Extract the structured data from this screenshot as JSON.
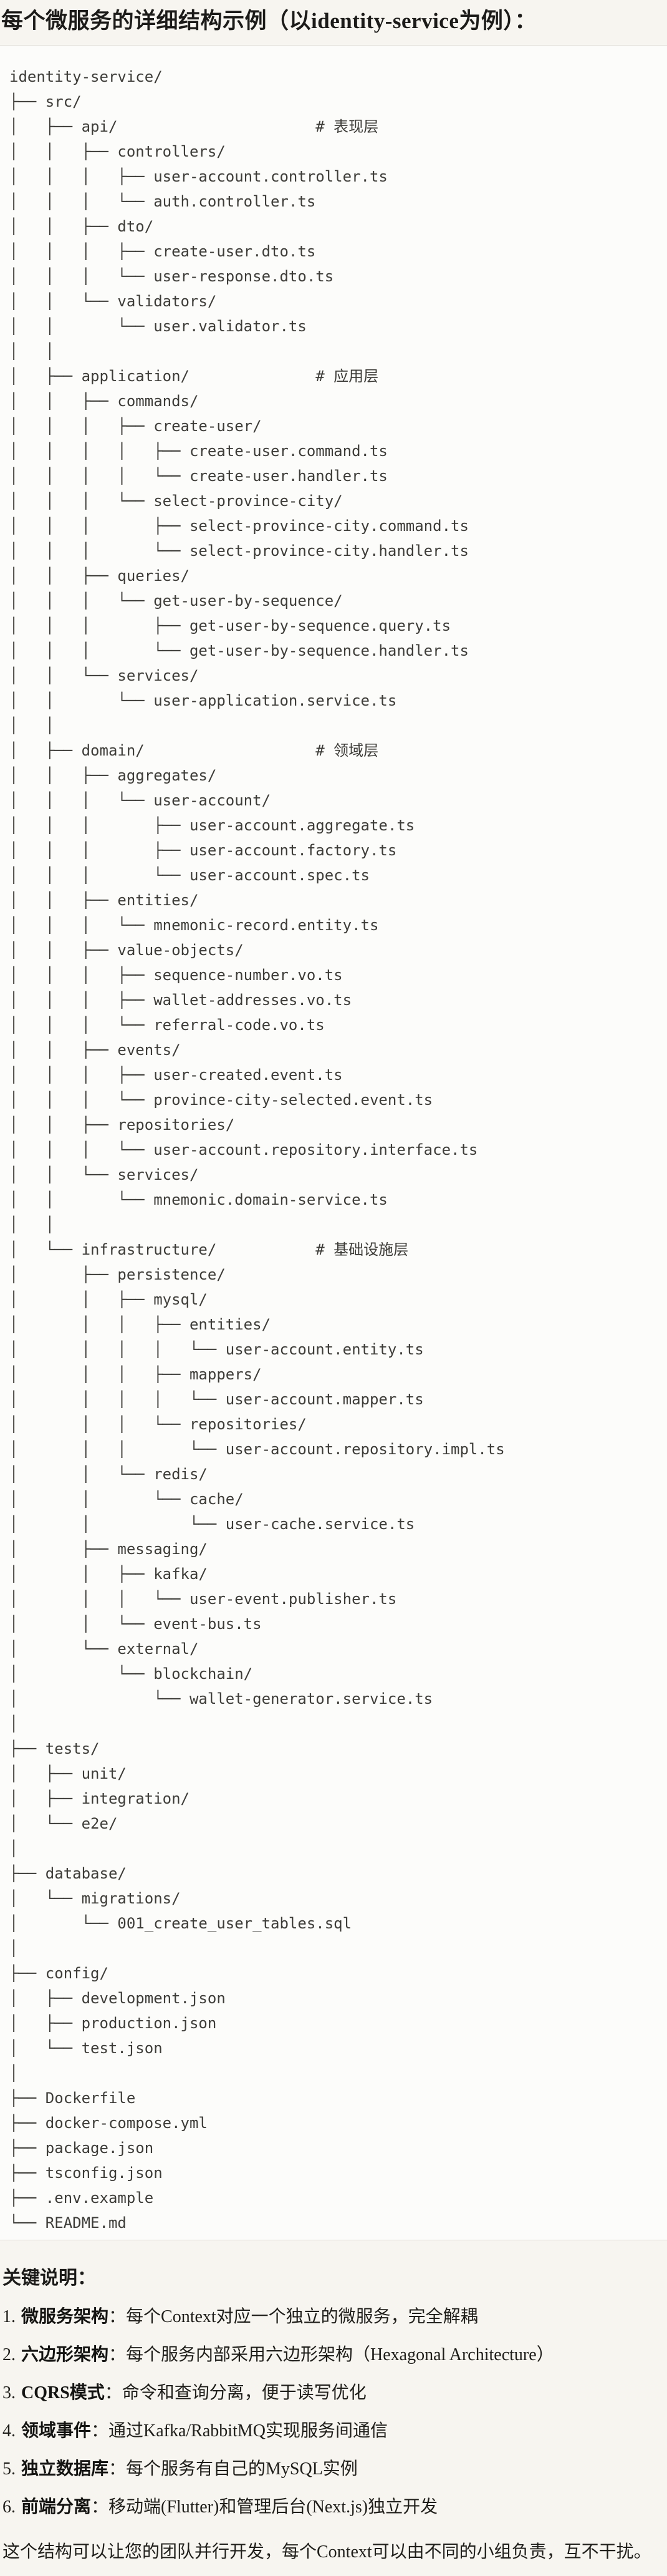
{
  "title": "每个微服务的详细结构示例（以identity-service为例）：",
  "colors": {
    "page_bg": "#F7F5F0",
    "code_bg": "#FCFCFA",
    "divider": "#DEDBD5",
    "code_text": "#3D3C38",
    "text": "#1C1B19"
  },
  "code_block": {
    "language": "plaintext",
    "lines": [
      "identity-service/",
      "├── src/",
      "│   ├── api/                      # 表现层",
      "│   │   ├── controllers/",
      "│   │   │   ├── user-account.controller.ts",
      "│   │   │   └── auth.controller.ts",
      "│   │   ├── dto/",
      "│   │   │   ├── create-user.dto.ts",
      "│   │   │   └── user-response.dto.ts",
      "│   │   └── validators/",
      "│   │       └── user.validator.ts",
      "│   │",
      "│   ├── application/              # 应用层",
      "│   │   ├── commands/",
      "│   │   │   ├── create-user/",
      "│   │   │   │   ├── create-user.command.ts",
      "│   │   │   │   └── create-user.handler.ts",
      "│   │   │   └── select-province-city/",
      "│   │   │       ├── select-province-city.command.ts",
      "│   │   │       └── select-province-city.handler.ts",
      "│   │   ├── queries/",
      "│   │   │   └── get-user-by-sequence/",
      "│   │   │       ├── get-user-by-sequence.query.ts",
      "│   │   │       └── get-user-by-sequence.handler.ts",
      "│   │   └── services/",
      "│   │       └── user-application.service.ts",
      "│   │",
      "│   ├── domain/                   # 领域层",
      "│   │   ├── aggregates/",
      "│   │   │   └── user-account/",
      "│   │   │       ├── user-account.aggregate.ts",
      "│   │   │       ├── user-account.factory.ts",
      "│   │   │       └── user-account.spec.ts",
      "│   │   ├── entities/",
      "│   │   │   └── mnemonic-record.entity.ts",
      "│   │   ├── value-objects/",
      "│   │   │   ├── sequence-number.vo.ts",
      "│   │   │   ├── wallet-addresses.vo.ts",
      "│   │   │   └── referral-code.vo.ts",
      "│   │   ├── events/",
      "│   │   │   ├── user-created.event.ts",
      "│   │   │   └── province-city-selected.event.ts",
      "│   │   ├── repositories/",
      "│   │   │   └── user-account.repository.interface.ts",
      "│   │   └── services/",
      "│   │       └── mnemonic.domain-service.ts",
      "│   │",
      "│   └── infrastructure/           # 基础设施层",
      "│       ├── persistence/",
      "│       │   ├── mysql/",
      "│       │   │   ├── entities/",
      "│       │   │   │   └── user-account.entity.ts",
      "│       │   │   ├── mappers/",
      "│       │   │   │   └── user-account.mapper.ts",
      "│       │   │   └── repositories/",
      "│       │   │       └── user-account.repository.impl.ts",
      "│       │   └── redis/",
      "│       │       └── cache/",
      "│       │           └── user-cache.service.ts",
      "│       ├── messaging/",
      "│       │   ├── kafka/",
      "│       │   │   └── user-event.publisher.ts",
      "│       │   └── event-bus.ts",
      "│       └── external/",
      "│           └── blockchain/",
      "│               └── wallet-generator.service.ts",
      "│",
      "├── tests/",
      "│   ├── unit/",
      "│   ├── integration/",
      "│   └── e2e/",
      "│",
      "├── database/",
      "│   └── migrations/",
      "│       └── 001_create_user_tables.sql",
      "│",
      "├── config/",
      "│   ├── development.json",
      "│   ├── production.json",
      "│   └── test.json",
      "│",
      "├── Dockerfile",
      "├── docker-compose.yml",
      "├── package.json",
      "├── tsconfig.json",
      "├── .env.example",
      "└── README.md"
    ]
  },
  "notes": {
    "heading": "关键说明：",
    "items": [
      {
        "num": "1.",
        "label": "微服务架构",
        "desc": "：每个Context对应一个独立的微服务，完全解耦"
      },
      {
        "num": "2.",
        "label": "六边形架构",
        "desc": "：每个服务内部采用六边形架构（Hexagonal Architecture）"
      },
      {
        "num": "3.",
        "label": "CQRS模式",
        "desc": "：命令和查询分离，便于读写优化"
      },
      {
        "num": "4.",
        "label": "领域事件",
        "desc": "：通过Kafka/RabbitMQ实现服务间通信"
      },
      {
        "num": "5.",
        "label": "独立数据库",
        "desc": "：每个服务有自己的MySQL实例"
      },
      {
        "num": "6.",
        "label": "前端分离",
        "desc": "：移动端(Flutter)和管理后台(Next.js)独立开发"
      }
    ],
    "footer": "这个结构可以让您的团队并行开发，每个Context可以由不同的小组负责，互不干扰。"
  }
}
